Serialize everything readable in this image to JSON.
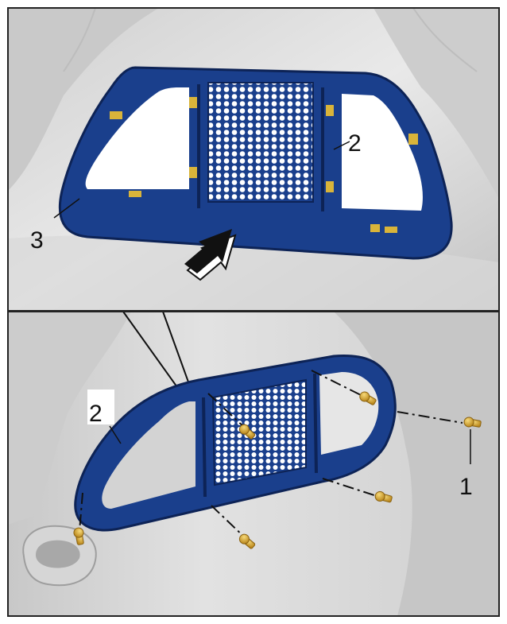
{
  "callouts": {
    "top_frame": "3",
    "top_clip": "2",
    "bottom_clip": "2",
    "screws": "1"
  },
  "colors": {
    "frame_blue": "#1a3f8c",
    "frame_dark": "#0d2356",
    "screw_gold": "#d6a628",
    "clip_gold": "#d9b43a",
    "seat_light": "#dcdcdc",
    "seat_mid": "#b9b9b9",
    "border": "#222222"
  },
  "icons": [
    "direction-arrow-icon",
    "screw-icon",
    "clip-icon",
    "mesh-panel"
  ]
}
